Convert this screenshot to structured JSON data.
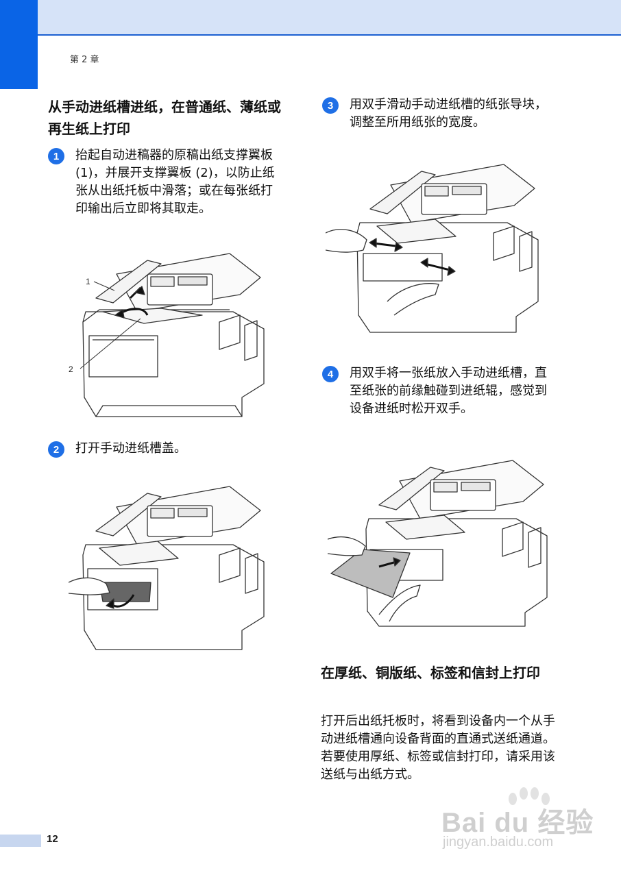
{
  "header": {
    "chapter": "第 2 章"
  },
  "left": {
    "title": "从手动进纸槽进纸，在普通纸、薄纸或再生纸上打印",
    "steps": [
      {
        "num": "1",
        "text": "抬起自动进稿器的原稿出纸支撑翼板 (1)，并展开支撑翼板 (2)，以防止纸张从出纸托板中滑落；或在每张纸打印输出后立即将其取走。"
      },
      {
        "num": "2",
        "text": "打开手动进纸槽盖。"
      }
    ],
    "callouts": [
      "1",
      "2"
    ]
  },
  "right": {
    "steps": [
      {
        "num": "3",
        "text": "用双手滑动手动进纸槽的纸张导块，调整至所用纸张的宽度。"
      },
      {
        "num": "4",
        "text": "用双手将一张纸放入手动进纸槽，直至纸张的前缘触碰到进纸辊，感觉到设备进纸时松开双手。"
      }
    ],
    "section_title": "在厚纸、铜版纸、标签和信封上打印",
    "section_body": "打开后出纸托板时，将看到设备内一个从手动进纸槽通向设备背面的直通式送纸通道。若要使用厚纸、标签或信封打印，请采用该送纸与出纸方式。"
  },
  "footer": {
    "page_number": "12"
  },
  "watermark": {
    "logo": "Bai du 经验",
    "url": "jingyan.baidu.com"
  },
  "colors": {
    "accent": "#0a64e6",
    "band": "#d6e3f8",
    "badge": "#1f6fe6"
  }
}
